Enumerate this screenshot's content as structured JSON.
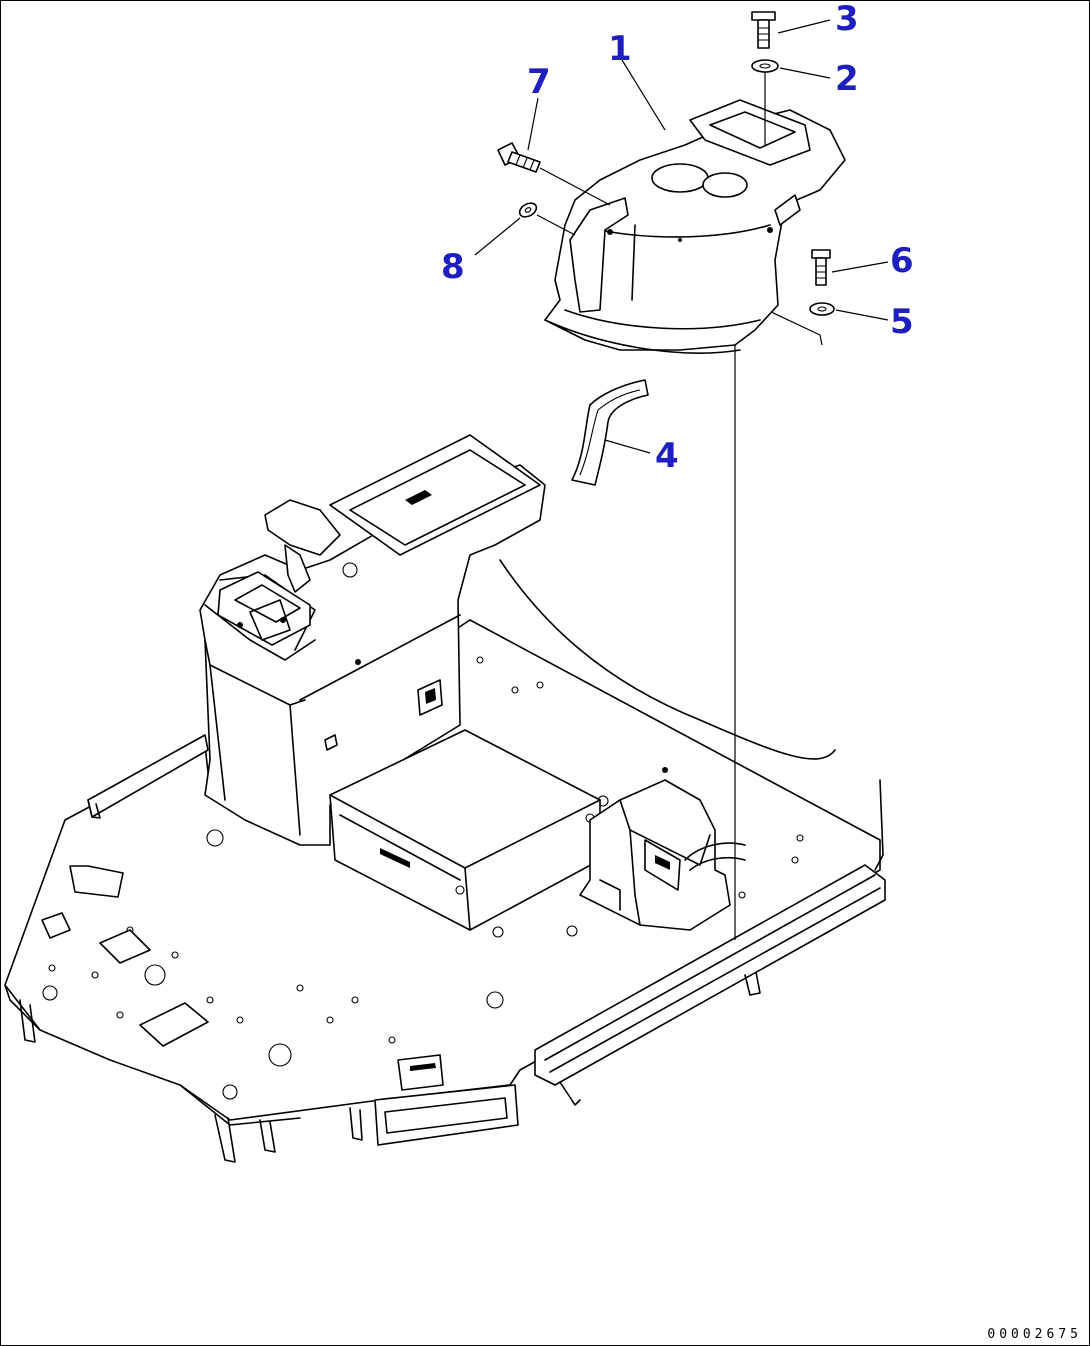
{
  "callouts": [
    {
      "id": "1",
      "label": "1"
    },
    {
      "id": "2",
      "label": "2"
    },
    {
      "id": "3",
      "label": "3"
    },
    {
      "id": "4",
      "label": "4"
    },
    {
      "id": "5",
      "label": "5"
    },
    {
      "id": "6",
      "label": "6"
    },
    {
      "id": "7",
      "label": "7"
    },
    {
      "id": "8",
      "label": "8"
    }
  ],
  "drawing_number": "00002675",
  "colors": {
    "callout": "#1f1fbf",
    "line": "#000000",
    "background": "#ffffff"
  }
}
